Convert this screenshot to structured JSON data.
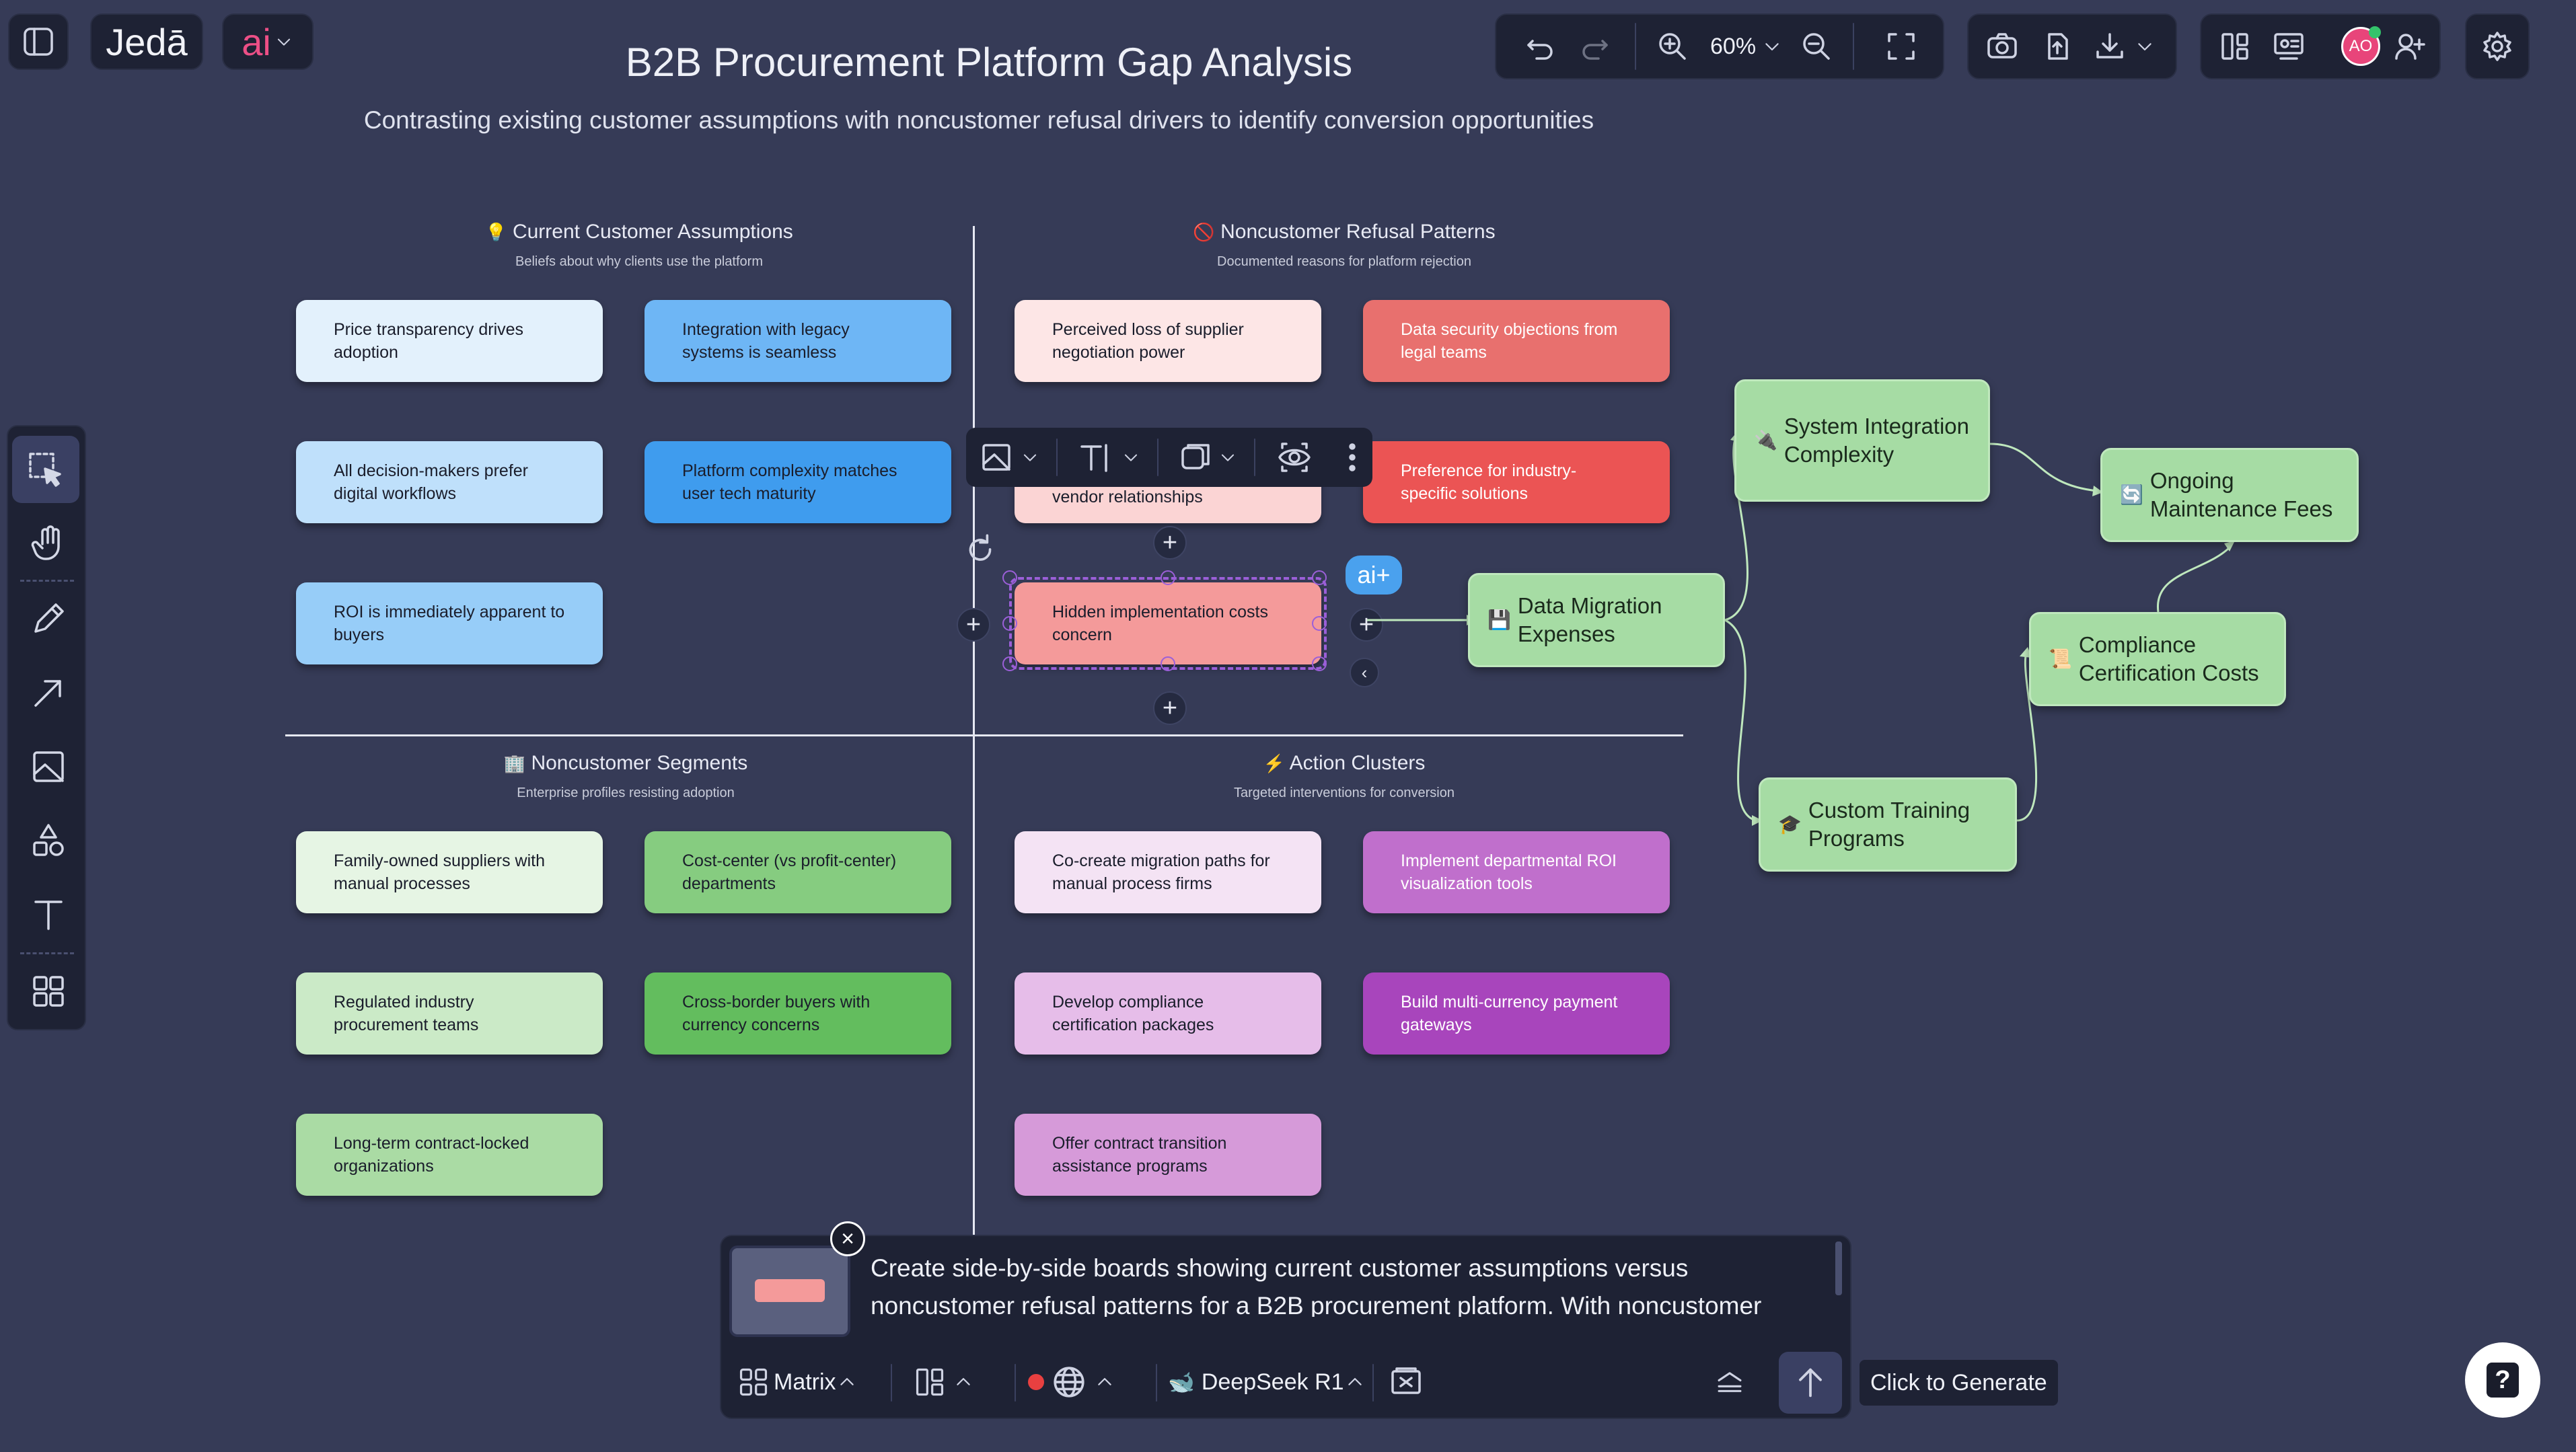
{
  "app": {
    "logo": "Jedā",
    "ai_label": "ai",
    "title": "B2B Procurement Platform Gap Analysis",
    "subtitle": "Contrasting existing customer assumptions with noncustomer refusal drivers to identify conversion opportunities"
  },
  "toolbar": {
    "zoom": "60%",
    "avatar_initials": "AO",
    "accent": "#e8457a"
  },
  "boards": {
    "current": {
      "title": "Current Customer Assumptions",
      "subtitle": "Beliefs about why clients use the platform",
      "icon": "lightbulb-icon"
    },
    "refusal": {
      "title": "Noncustomer Refusal Patterns",
      "subtitle": "Documented reasons for platform rejection",
      "icon": "no-entry-icon"
    },
    "segments": {
      "title": "Noncustomer Segments",
      "subtitle": "Enterprise profiles resisting adoption",
      "icon": "building-icon"
    },
    "actions": {
      "title": "Action Clusters",
      "subtitle": "Targeted interventions for conversion",
      "icon": "lightning-icon"
    }
  },
  "stickies": {
    "current": [
      "Price transparency drives adoption",
      "Integration with legacy systems is seamless",
      "All decision-makers prefer digital workflows",
      "Platform complexity matches user tech maturity",
      "ROI is immediately apparent to buyers"
    ],
    "refusal": [
      "Perceived loss of supplier negotiation power",
      "Data security objections from legal teams",
      "vendor relationships",
      "Preference for industry-specific solutions",
      "Hidden implementation costs concern"
    ],
    "segments": [
      "Family-owned suppliers with manual processes",
      "Cost-center (vs profit-center) departments",
      "Regulated industry procurement teams",
      "Cross-border buyers with currency concerns",
      "Long-term contract-locked organizations"
    ],
    "actions": [
      "Co-create migration paths for manual process firms",
      "Implement departmental ROI visualization tools",
      "Develop compliance certification packages",
      "Build multi-currency payment gateways",
      "Offer contract transition assistance programs"
    ]
  },
  "flow": {
    "data_migration": "Data Migration Expenses",
    "system_integration": "System Integration Complexity",
    "custom_training": "Custom Training Programs",
    "compliance": "Compliance Certification Costs",
    "maintenance": "Ongoing Maintenance Fees"
  },
  "canvas": {
    "ai_plus": "ai+"
  },
  "prompt": {
    "text": "Create side-by-side boards showing current customer assumptions versus noncustomer refusal patterns for a B2B procurement platform.  With noncustomer",
    "mode": "Matrix",
    "model": "DeepSeek R1",
    "generate_tooltip": "Click to Generate"
  },
  "help": "?"
}
